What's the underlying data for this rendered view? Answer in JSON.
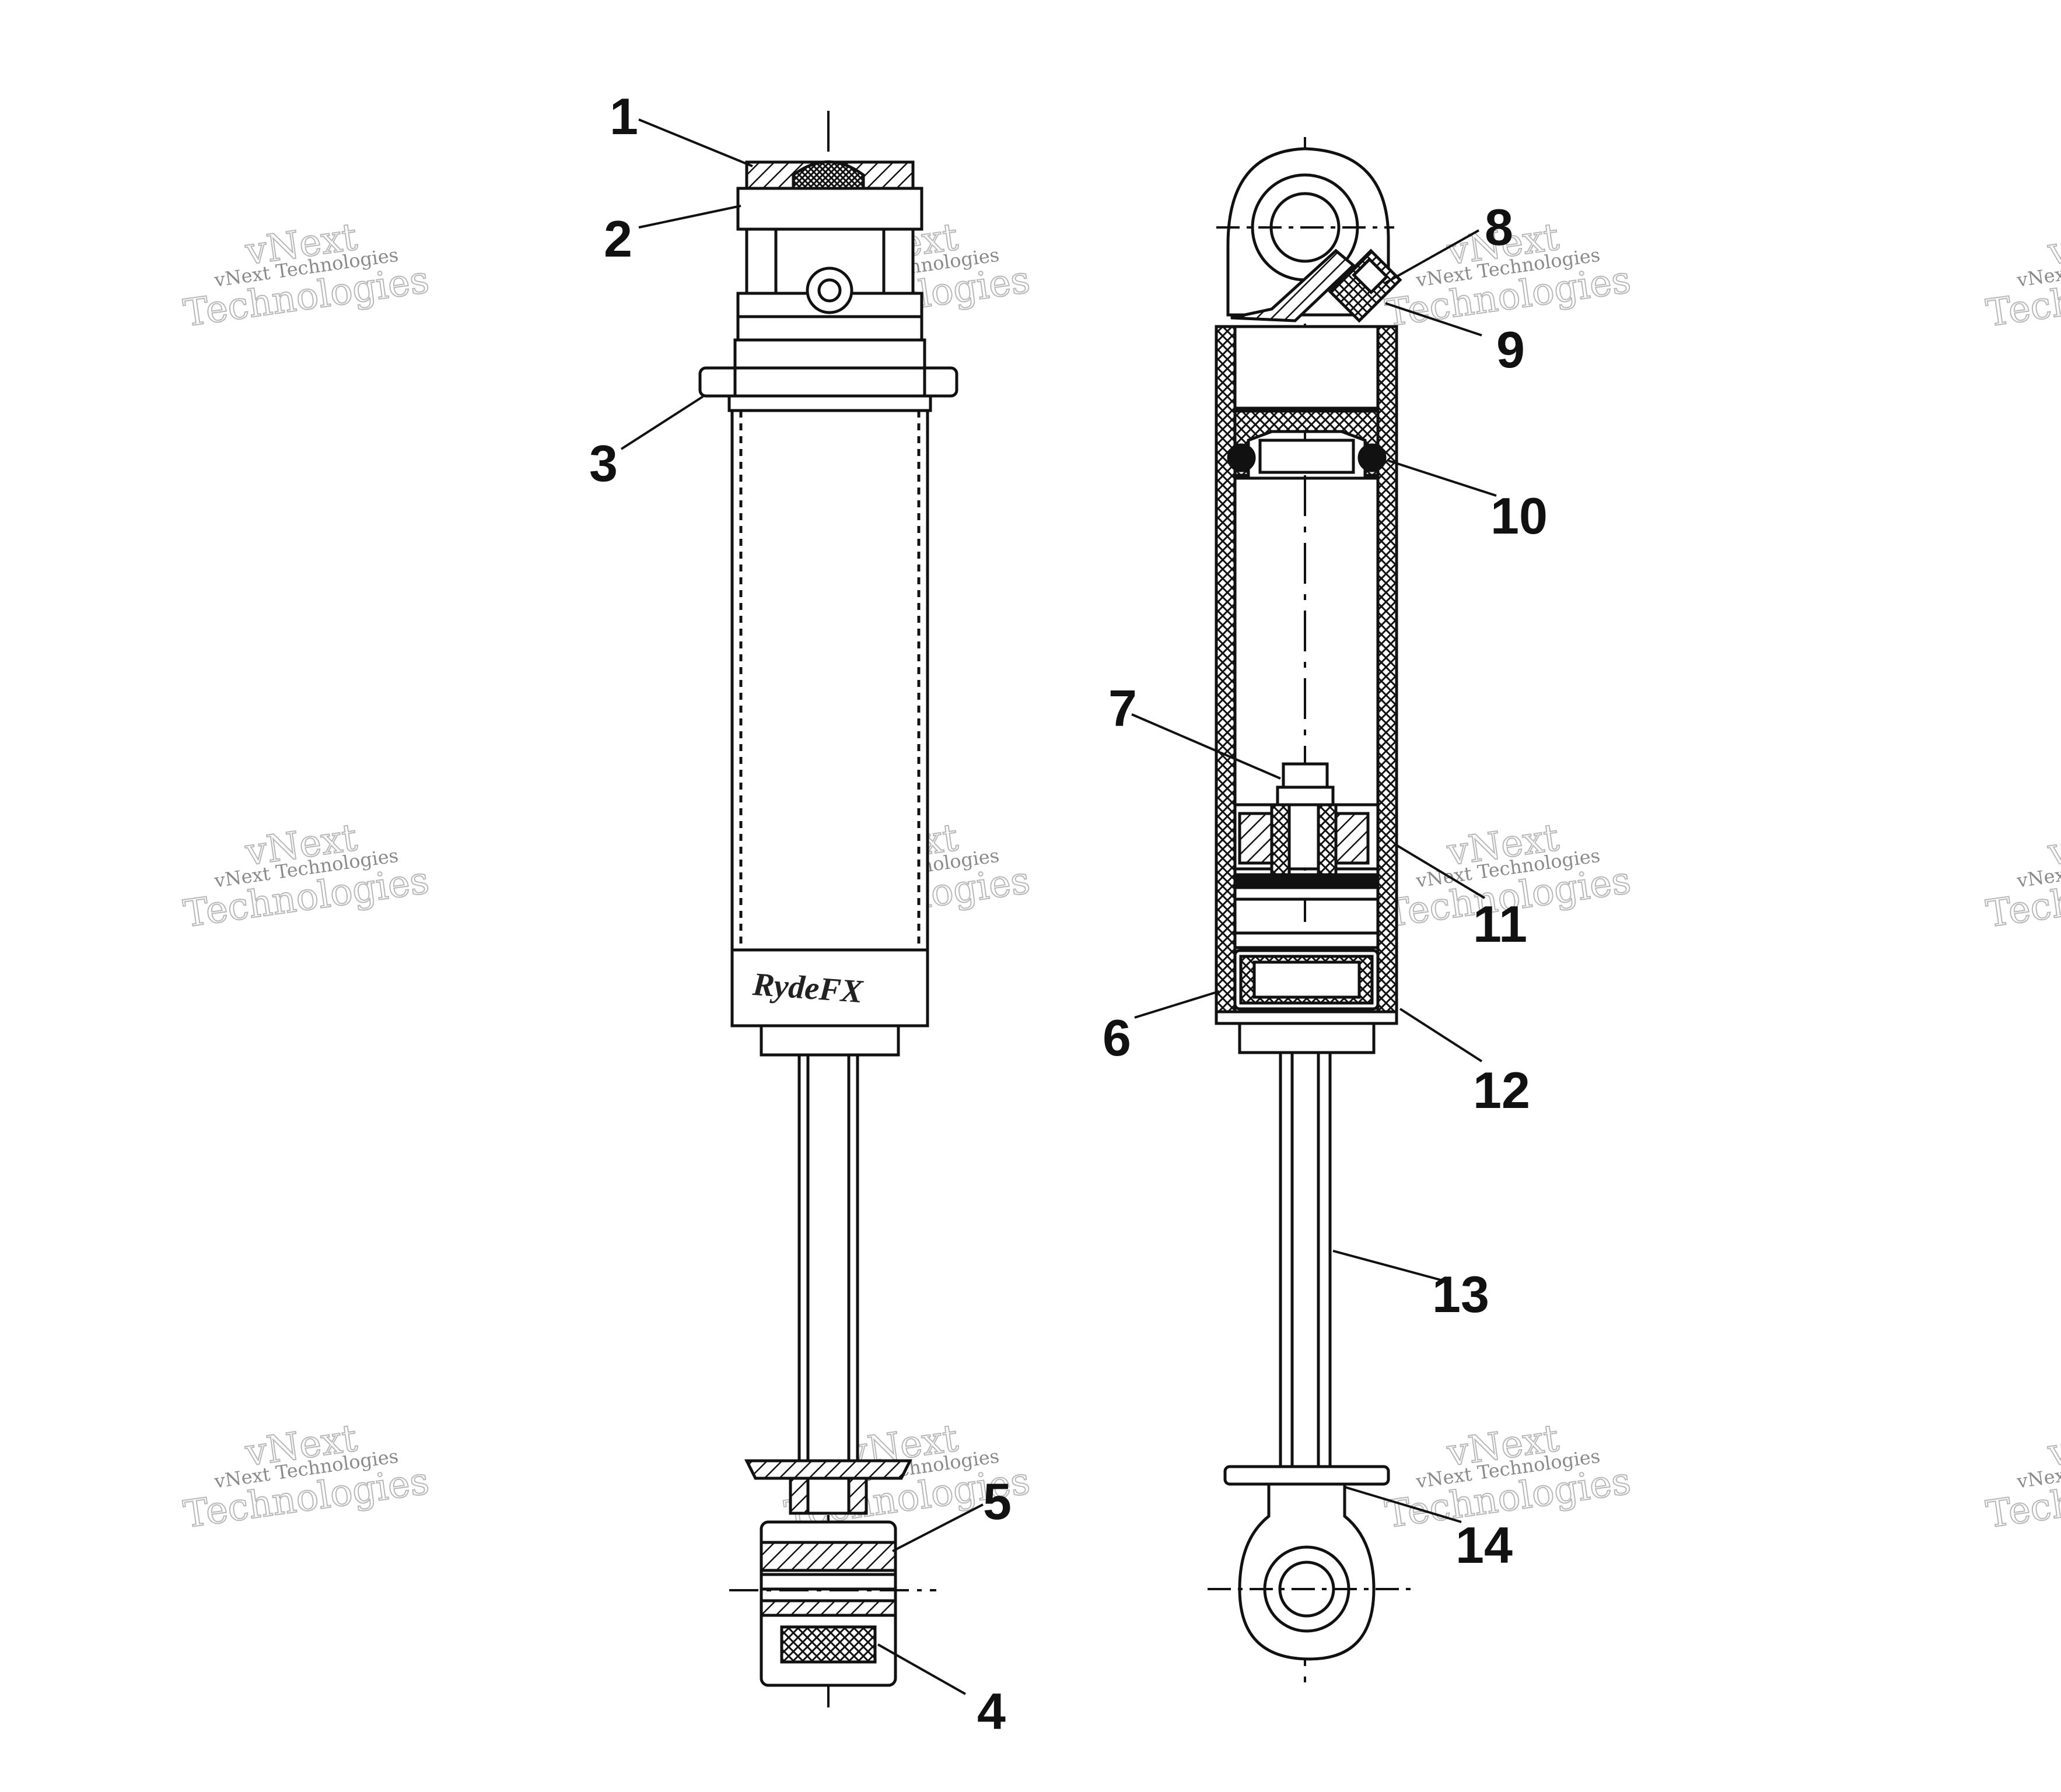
{
  "callouts": [
    {
      "id": "1",
      "label": "1"
    },
    {
      "id": "2",
      "label": "2"
    },
    {
      "id": "3",
      "label": "3"
    },
    {
      "id": "4",
      "label": "4"
    },
    {
      "id": "5",
      "label": "5"
    },
    {
      "id": "6",
      "label": "6"
    },
    {
      "id": "7",
      "label": "7"
    },
    {
      "id": "8",
      "label": "8"
    },
    {
      "id": "9",
      "label": "9"
    },
    {
      "id": "10",
      "label": "10"
    },
    {
      "id": "11",
      "label": "11"
    },
    {
      "id": "12",
      "label": "12"
    },
    {
      "id": "13",
      "label": "13"
    },
    {
      "id": "14",
      "label": "14"
    }
  ],
  "watermark": {
    "line_small": "vNext Technologies",
    "line_big_1": "vNext",
    "line_big_2": "Technologies"
  },
  "logo": {
    "text": "RydeFX"
  }
}
